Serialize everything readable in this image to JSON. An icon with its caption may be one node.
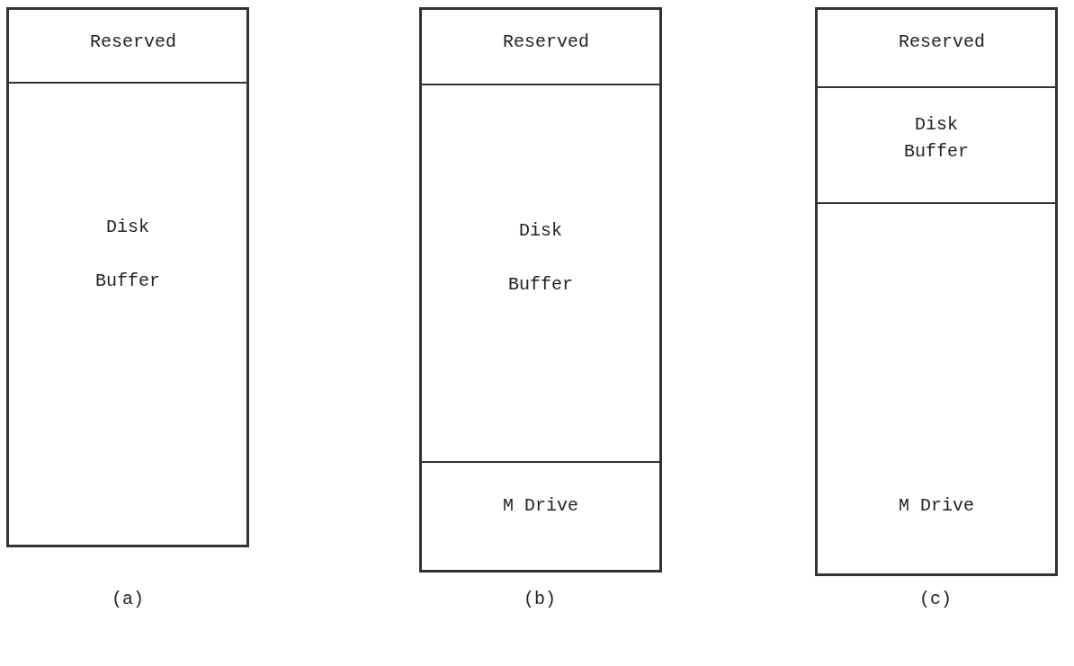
{
  "diagram": {
    "nodes": [
      {
        "text": [],
        "shape": "box",
        "beside": [
          "(a)"
        ]
      },
      {
        "text": [
          "Reserved"
        ],
        "in": 0
      },
      {
        "text": [
          "Disk Buffer"
        ],
        "in": 0
      },
      {
        "text": [],
        "shape": "box",
        "beside": [
          "(b)"
        ]
      },
      {
        "text": [
          "Reserved"
        ],
        "in": 3
      },
      {
        "text": [
          "Disk Buffer"
        ],
        "in": 3
      },
      {
        "text": [
          "M Drive"
        ],
        "in": 3
      },
      {
        "text": [],
        "shape": "box",
        "beside": [
          "(c)"
        ]
      },
      {
        "text": [
          "Reserved"
        ],
        "in": 7
      },
      {
        "text": [
          "Disk Buffer"
        ],
        "in": 7
      },
      {
        "text": [
          "M Drive"
        ],
        "in": 7
      }
    ],
    "edges": []
  }
}
